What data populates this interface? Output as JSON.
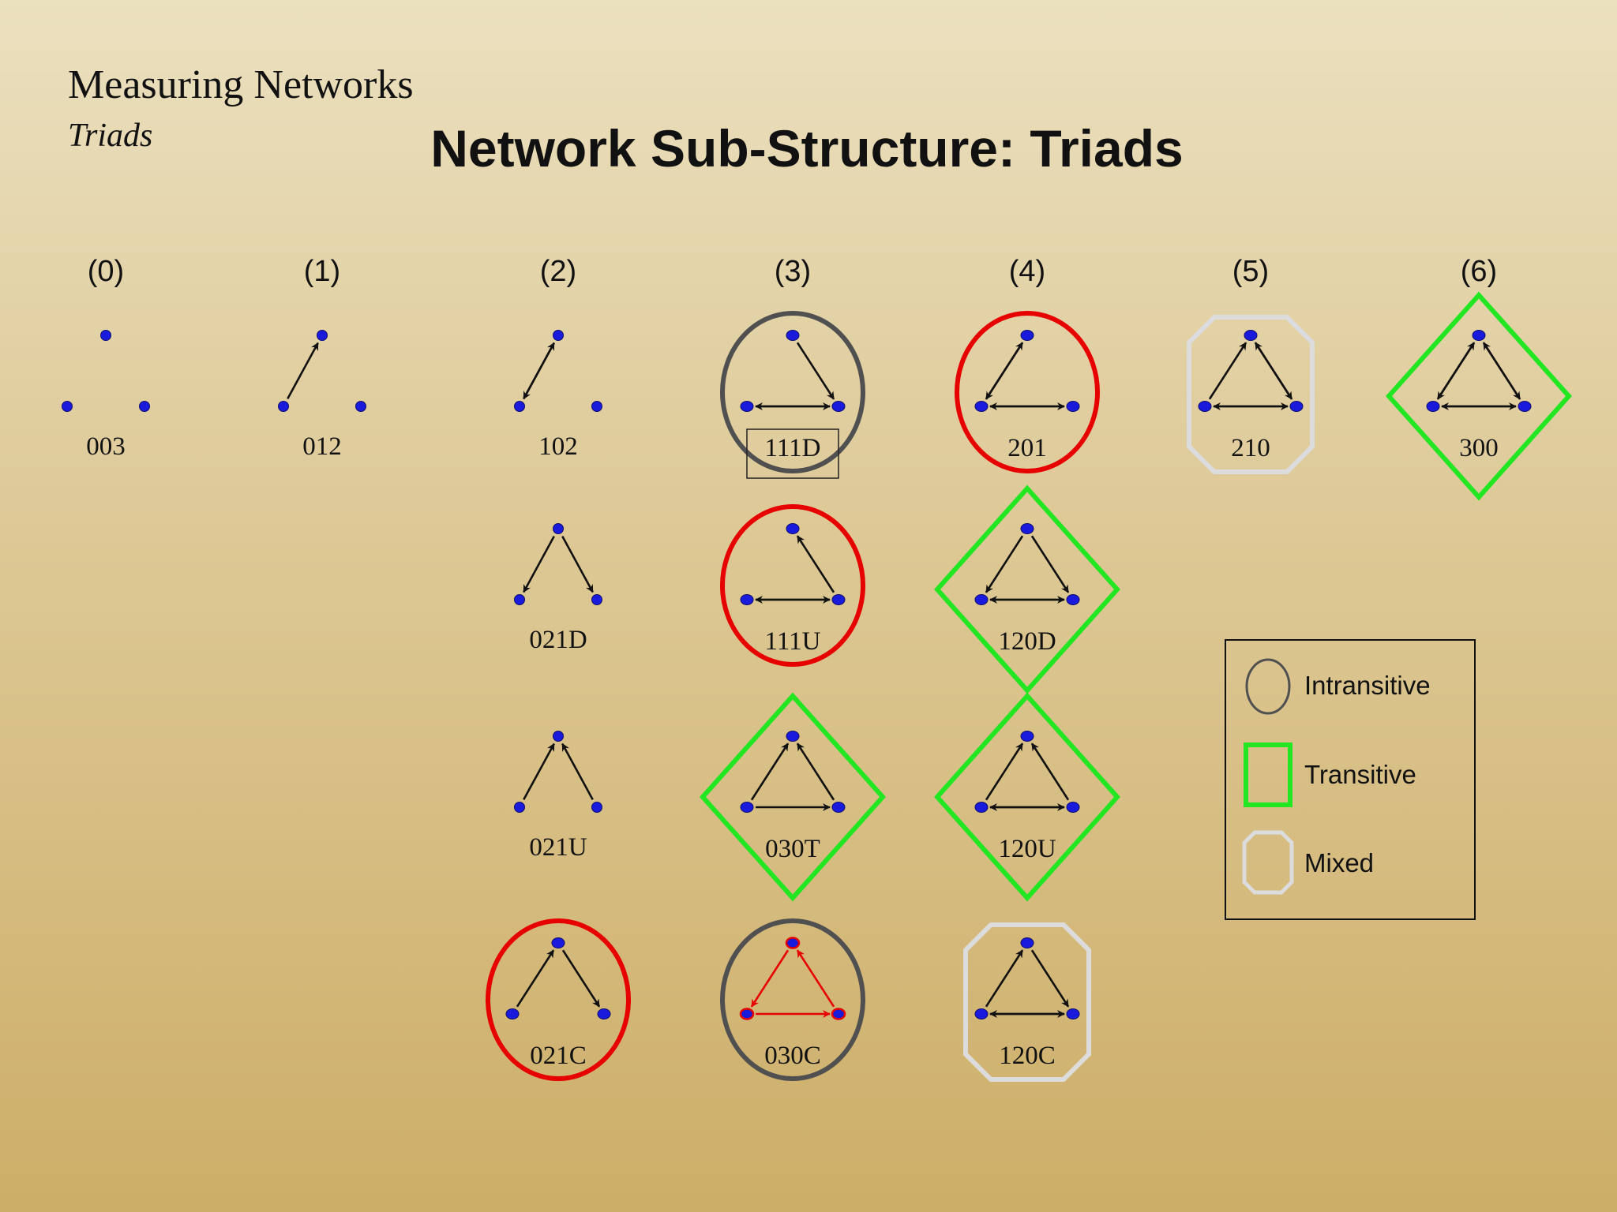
{
  "header": {
    "heading": "Measuring Networks",
    "subheading": "Triads",
    "title": "Network Sub-Structure: Triads"
  },
  "columns": [
    "(0)",
    "(1)",
    "(2)",
    "(3)",
    "(4)",
    "(5)",
    "(6)"
  ],
  "triads": [
    {
      "code": "003",
      "column": 0,
      "frame": "none",
      "arcs": []
    },
    {
      "code": "012",
      "column": 1,
      "frame": "none",
      "arcs": [
        [
          "L",
          "T"
        ]
      ]
    },
    {
      "code": "102",
      "column": 2,
      "frame": "none",
      "arcs": [
        [
          "L",
          "T"
        ],
        [
          "T",
          "L"
        ]
      ]
    },
    {
      "code": "021D",
      "column": 2,
      "frame": "none",
      "arcs": [
        [
          "T",
          "L"
        ],
        [
          "T",
          "R"
        ]
      ]
    },
    {
      "code": "021U",
      "column": 2,
      "frame": "none",
      "arcs": [
        [
          "L",
          "T"
        ],
        [
          "R",
          "T"
        ]
      ]
    },
    {
      "code": "021C",
      "column": 2,
      "frame": "intransitive",
      "arcs": [
        [
          "L",
          "T"
        ],
        [
          "T",
          "R"
        ]
      ]
    },
    {
      "code": "111D",
      "column": 3,
      "frame": "intransitive",
      "arcs": [
        [
          "T",
          "R"
        ],
        [
          "L",
          "R"
        ],
        [
          "R",
          "L"
        ]
      ]
    },
    {
      "code": "111U",
      "column": 3,
      "frame": "intransitive",
      "arcs": [
        [
          "R",
          "T"
        ],
        [
          "L",
          "R"
        ],
        [
          "R",
          "L"
        ]
      ]
    },
    {
      "code": "030T",
      "column": 3,
      "frame": "transitive",
      "arcs": [
        [
          "L",
          "T"
        ],
        [
          "R",
          "T"
        ],
        [
          "L",
          "R"
        ]
      ]
    },
    {
      "code": "030C",
      "column": 3,
      "frame": "intransitive",
      "arcs": [
        [
          "T",
          "L"
        ],
        [
          "L",
          "R"
        ],
        [
          "R",
          "T"
        ]
      ]
    },
    {
      "code": "201",
      "column": 4,
      "frame": "intransitive",
      "arcs": [
        [
          "L",
          "T"
        ],
        [
          "T",
          "L"
        ],
        [
          "L",
          "R"
        ],
        [
          "R",
          "L"
        ]
      ]
    },
    {
      "code": "120D",
      "column": 4,
      "frame": "transitive",
      "arcs": [
        [
          "T",
          "L"
        ],
        [
          "T",
          "R"
        ],
        [
          "L",
          "R"
        ],
        [
          "R",
          "L"
        ]
      ]
    },
    {
      "code": "120U",
      "column": 4,
      "frame": "transitive",
      "arcs": [
        [
          "L",
          "T"
        ],
        [
          "R",
          "T"
        ],
        [
          "L",
          "R"
        ],
        [
          "R",
          "L"
        ]
      ]
    },
    {
      "code": "120C",
      "column": 4,
      "frame": "mixed",
      "arcs": [
        [
          "L",
          "T"
        ],
        [
          "T",
          "R"
        ],
        [
          "L",
          "R"
        ],
        [
          "R",
          "L"
        ]
      ]
    },
    {
      "code": "210",
      "column": 5,
      "frame": "mixed",
      "arcs": [
        [
          "L",
          "T"
        ],
        [
          "T",
          "R"
        ],
        [
          "R",
          "T"
        ],
        [
          "L",
          "R"
        ],
        [
          "R",
          "L"
        ]
      ]
    },
    {
      "code": "300",
      "column": 6,
      "frame": "transitive",
      "arcs": [
        [
          "L",
          "T"
        ],
        [
          "T",
          "L"
        ],
        [
          "T",
          "R"
        ],
        [
          "R",
          "T"
        ],
        [
          "L",
          "R"
        ],
        [
          "R",
          "L"
        ]
      ]
    }
  ],
  "legend": {
    "items": [
      {
        "shape": "ellipse",
        "label": "Intransitive"
      },
      {
        "shape": "square",
        "label": "Transitive"
      },
      {
        "shape": "octagon",
        "label": "Mixed"
      }
    ]
  },
  "colors": {
    "intransitive": "#e60000",
    "intransitive_dark": "#505050",
    "transitive": "#22e622",
    "mixed": "#dcdcdc",
    "node": "#1a1adc",
    "cycle": "#e60000",
    "arrow": "#111111"
  }
}
